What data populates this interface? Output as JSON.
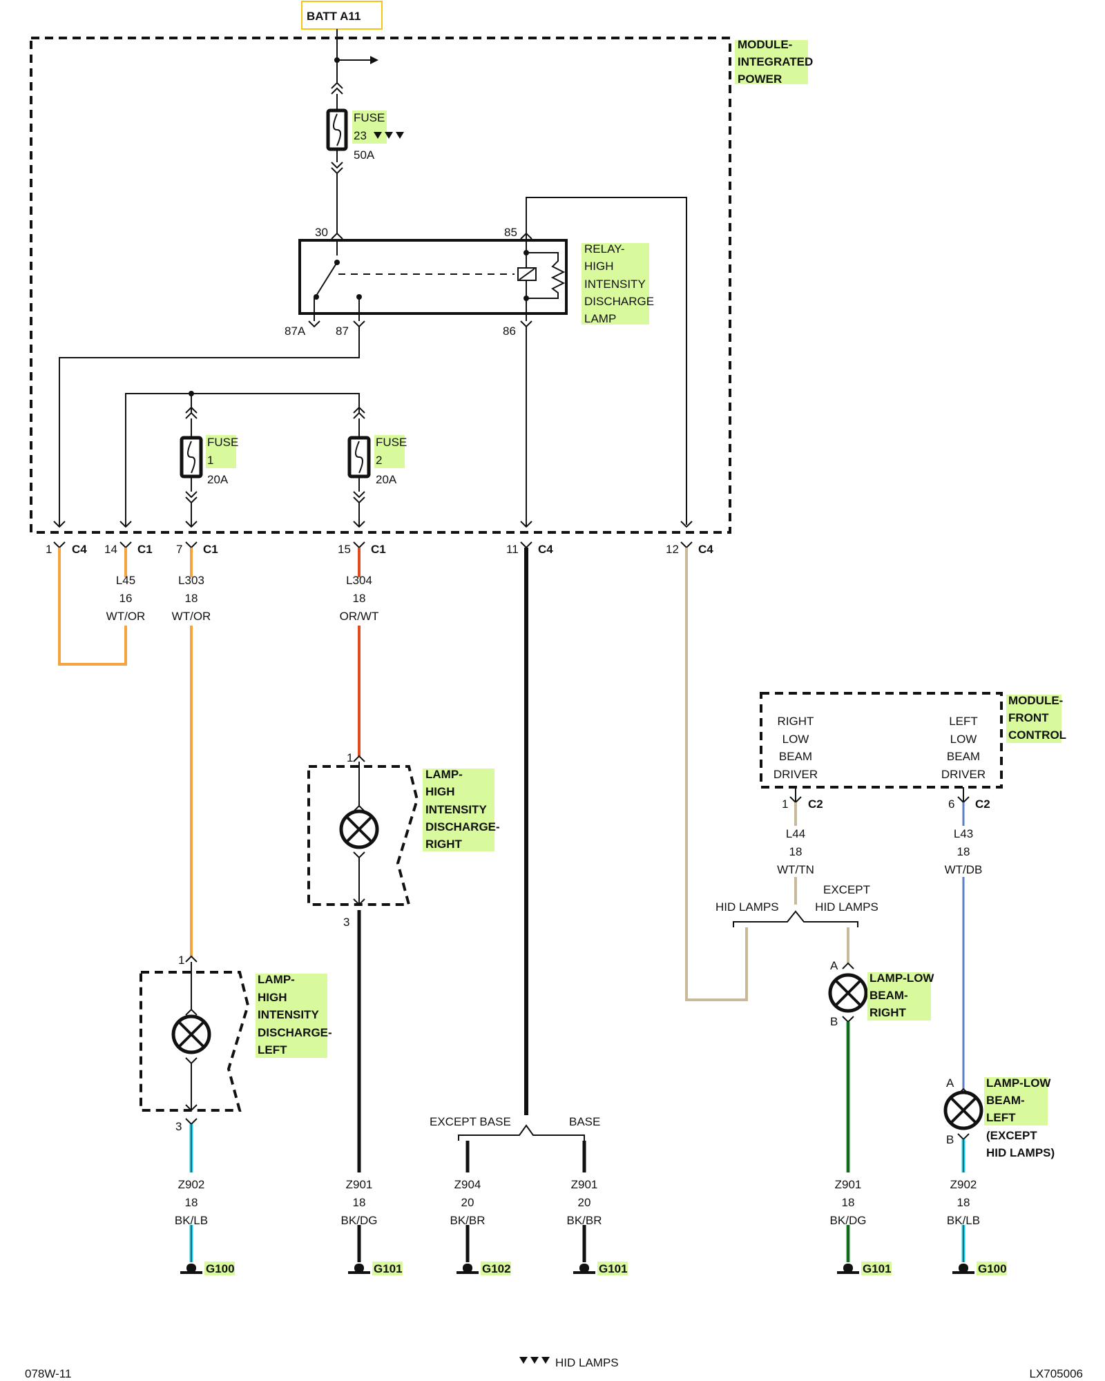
{
  "battery": "BATT A11",
  "module_power": [
    "MODULE-",
    "INTEGRATED",
    "POWER"
  ],
  "fuse23": {
    "name": "FUSE",
    "num": "23",
    "amp": "50A"
  },
  "fuse1": {
    "name": "FUSE",
    "num": "1",
    "amp": "20A"
  },
  "fuse2": {
    "name": "FUSE",
    "num": "2",
    "amp": "20A"
  },
  "relay": {
    "label": [
      "RELAY-",
      "HIGH",
      "INTENSITY",
      "DISCHARGE",
      "LAMP"
    ],
    "pins": {
      "p30": "30",
      "p85": "85",
      "p87a": "87A",
      "p87": "87",
      "p86": "86"
    }
  },
  "connectors": {
    "c1": {
      "pin": "1",
      "name": "C4"
    },
    "c14": {
      "pin": "14",
      "name": "C1"
    },
    "c7": {
      "pin": "7",
      "name": "C1"
    },
    "c15": {
      "pin": "15",
      "name": "C1"
    },
    "c11": {
      "pin": "11",
      "name": "C4"
    },
    "c12": {
      "pin": "12",
      "name": "C4"
    },
    "fcm1": {
      "pin": "1",
      "name": "C2"
    },
    "fcm6": {
      "pin": "6",
      "name": "C2"
    }
  },
  "wires": {
    "l45": [
      "L45",
      "16",
      "WT/OR"
    ],
    "l303": [
      "L303",
      "18",
      "WT/OR"
    ],
    "l304": [
      "L304",
      "18",
      "OR/WT"
    ],
    "l44": [
      "L44",
      "18",
      "WT/TN"
    ],
    "l43": [
      "L43",
      "18",
      "WT/DB"
    ],
    "z902a": [
      "Z902",
      "18",
      "BK/LB"
    ],
    "z901a": [
      "Z901",
      "18",
      "BK/DG"
    ],
    "z904": [
      "Z904",
      "20",
      "BK/BR"
    ],
    "z901b": [
      "Z901",
      "20",
      "BK/BR"
    ],
    "z901c": [
      "Z901",
      "18",
      "BK/DG"
    ],
    "z902b": [
      "Z902",
      "18",
      "BK/LB"
    ]
  },
  "lamp_hid_right": {
    "label": [
      "LAMP-",
      "HIGH",
      "INTENSITY",
      "DISCHARGE-",
      "RIGHT"
    ],
    "pin_top": "1",
    "pin_bottom": "3"
  },
  "lamp_hid_left": {
    "label": [
      "LAMP-",
      "HIGH",
      "INTENSITY",
      "DISCHARGE-",
      "LEFT"
    ],
    "pin_top": "1",
    "pin_bottom": "3"
  },
  "module_front": {
    "label": [
      "MODULE-",
      "FRONT",
      "CONTROL"
    ],
    "right_driver": [
      "RIGHT",
      "LOW",
      "BEAM",
      "DRIVER"
    ],
    "left_driver": [
      "LEFT",
      "LOW",
      "BEAM",
      "DRIVER"
    ]
  },
  "splits": {
    "hid": "HID LAMPS",
    "except_hid": [
      "EXCEPT",
      "HID LAMPS"
    ],
    "except_base": "EXCEPT BASE",
    "base": "BASE"
  },
  "lamp_low_right": {
    "label": [
      "LAMP-LOW",
      "BEAM-",
      "RIGHT"
    ],
    "pin_a": "A",
    "pin_b": "B"
  },
  "lamp_low_left": {
    "label": [
      "LAMP-LOW",
      "BEAM-",
      "LEFT",
      "(EXCEPT",
      "HID LAMPS)"
    ],
    "pin_a": "A",
    "pin_b": "B"
  },
  "grounds": {
    "g100a": "G100",
    "g101a": "G101",
    "g102": "G102",
    "g101b": "G101",
    "g101c": "G101",
    "g100b": "G100"
  },
  "footer": {
    "left": "078W-11",
    "legend": "HID LAMPS",
    "right": "LX705006"
  },
  "colors": {
    "wt_or": "#f4a340",
    "or_wt": "#e04a1c",
    "wt_tn": "#c9b99a",
    "wt_db": "#5a7fc4",
    "bk_lb": "#22d3ee",
    "bk_dg": "#1a8f2a",
    "highlight": "#d9f99d",
    "batt_box": "#f5c518"
  }
}
